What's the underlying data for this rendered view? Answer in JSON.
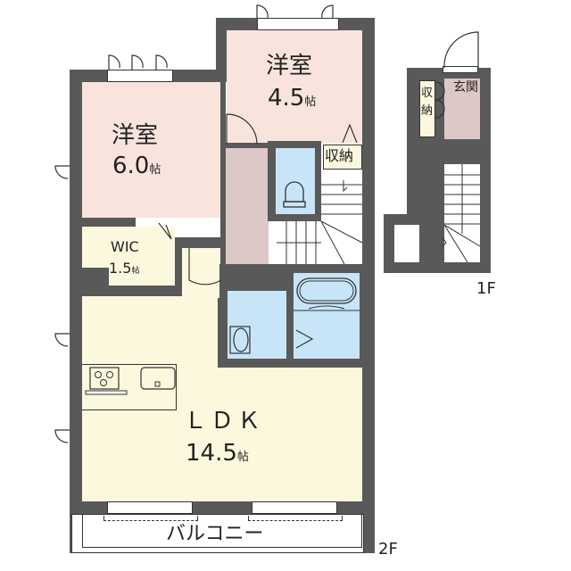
{
  "floor_plan": {
    "floors": [
      {
        "label": "2F"
      },
      {
        "label": "1F"
      }
    ],
    "rooms": {
      "western_room_1": {
        "name": "洋室",
        "size": "6.0",
        "unit": "帖"
      },
      "western_room_2": {
        "name": "洋室",
        "size": "4.5",
        "unit": "帖"
      },
      "wic": {
        "name": "WIC",
        "size": "1.5",
        "unit": "帖"
      },
      "storage_2f": {
        "name": "収納"
      },
      "ldk": {
        "name": "ＬＤＫ",
        "size": "14.5",
        "unit": "帖"
      },
      "balcony": {
        "name": "バルコニー"
      },
      "entrance": {
        "name": "玄関"
      },
      "storage_1f": {
        "name": "収\n納",
        "line1": "収",
        "line2": "納"
      }
    },
    "colors": {
      "wall": "#595959",
      "western_room": "#f8e4dc",
      "ldk": "#fbf8de",
      "wet_area": "#c8e5f8",
      "hallway": "#dcc8c6"
    }
  }
}
